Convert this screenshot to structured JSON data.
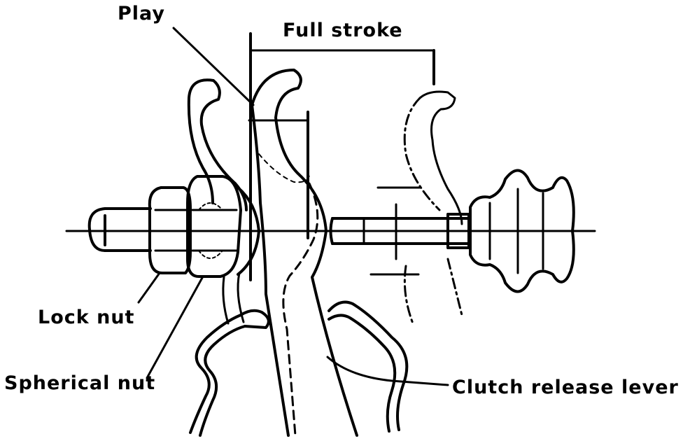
{
  "labels": {
    "play": "Play",
    "full_stroke": "Full stroke",
    "lock_nut": "Lock nut",
    "spherical_nut": "Spherical nut",
    "clutch_release_lever": "Clutch release lever"
  },
  "colors": {
    "ink": "#000000",
    "paper": "#ffffff"
  }
}
